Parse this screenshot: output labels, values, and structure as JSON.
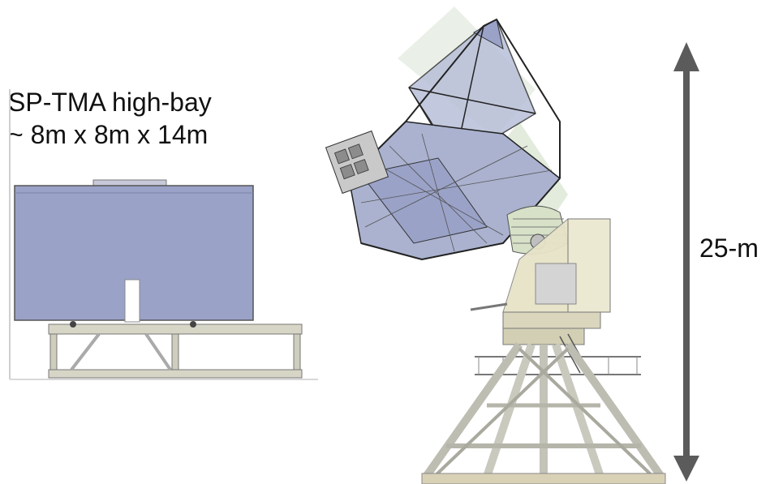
{
  "highbay": {
    "title": "SP-TMA high-bay",
    "dimensions": "~ 8m x 8m x 14m"
  },
  "telescope": {
    "height_label": "25-m"
  },
  "colors": {
    "highbay_panel": "#9aa2c8",
    "frame_metal": "#c9c8bc",
    "mirror_panels": "#b8bfd8",
    "mount_beige": "#e6e3c8",
    "arrow": "#5b5b5b"
  }
}
